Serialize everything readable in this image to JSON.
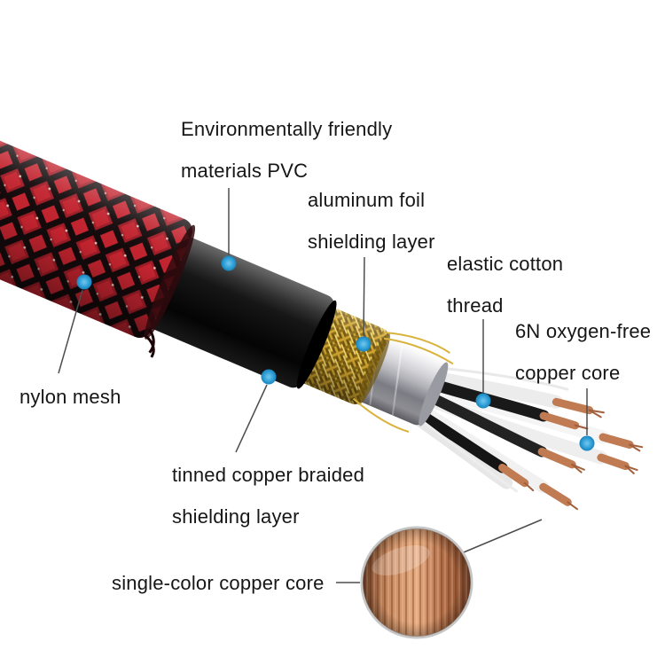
{
  "labels": {
    "pvc_line1": "Environmentally friendly",
    "pvc_line2": "materials PVC",
    "foil_line1": "aluminum foil",
    "foil_line2": "shielding layer",
    "cotton_line1": "elastic cotton",
    "cotton_line2": "thread",
    "copper6n_line1": "6N oxygen-free",
    "copper6n_line2": "copper core",
    "nylon": "nylon mesh",
    "tinned_line1": "tinned copper braided",
    "tinned_line2": "shielding layer",
    "single_copper": "single-color copper core"
  },
  "colors": {
    "marker_blue": "#2f9fd6",
    "callout_line": "#4d4d4d",
    "mesh_red": "#9e1c26",
    "pvc_black": "#141414",
    "braid_gold": "#cfa42e",
    "foil_silver": "#c6c6cc",
    "wire_white": "#f2f2f2",
    "wire_black": "#1a1a1a",
    "wire_red": "#d42121",
    "copper": "#c07b52"
  }
}
